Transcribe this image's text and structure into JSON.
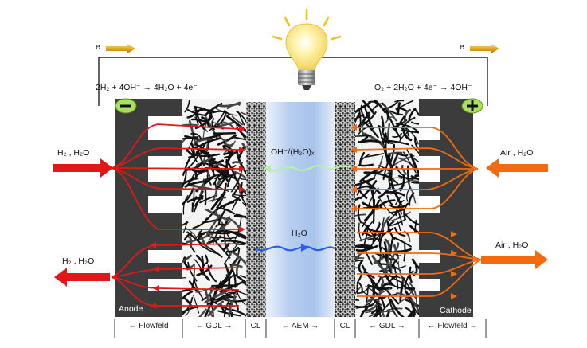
{
  "reactions": {
    "anode": "2H₂ + 4OH⁻ → 4H₂O + 4e⁻",
    "cathode": "O₂ + 2H₂O + 4e⁻ → 4OH⁻"
  },
  "electron": {
    "left": "e⁻",
    "right": "e⁻"
  },
  "streams": {
    "anode_in": "H₂ , H₂O",
    "anode_out": "H₂ , H₂O",
    "cathode_in": "Air , H₂O",
    "cathode_out": "Air , H₂O"
  },
  "membrane_labels": {
    "hydroxide": "OH⁻/(H₂O)ₓ",
    "water": "H₂O"
  },
  "electrodes": {
    "anode": "Anode",
    "cathode": "Cathode",
    "minus": "−",
    "plus": "+"
  },
  "layers": {
    "flowfield_left": "Flowfeld",
    "gdl_left": "GDL",
    "cl_left": "CL",
    "aem": "AEM",
    "cl_right": "CL",
    "gdl_right": "GDL",
    "flowfield_right": "Flowfeld"
  },
  "icons": [
    "light-bulb-icon",
    "electron-arrow-icon",
    "minus-terminal-icon",
    "plus-terminal-icon"
  ],
  "colors": {
    "anode_flow": "#e01818",
    "cathode_flow": "#f26b0f",
    "hydroxide_flow": "#b6f0a8",
    "water_flow": "#2b5de8",
    "terminal": "#a8e060",
    "flowfield": "#3b3b3b",
    "membrane": "#bcd3f2"
  }
}
